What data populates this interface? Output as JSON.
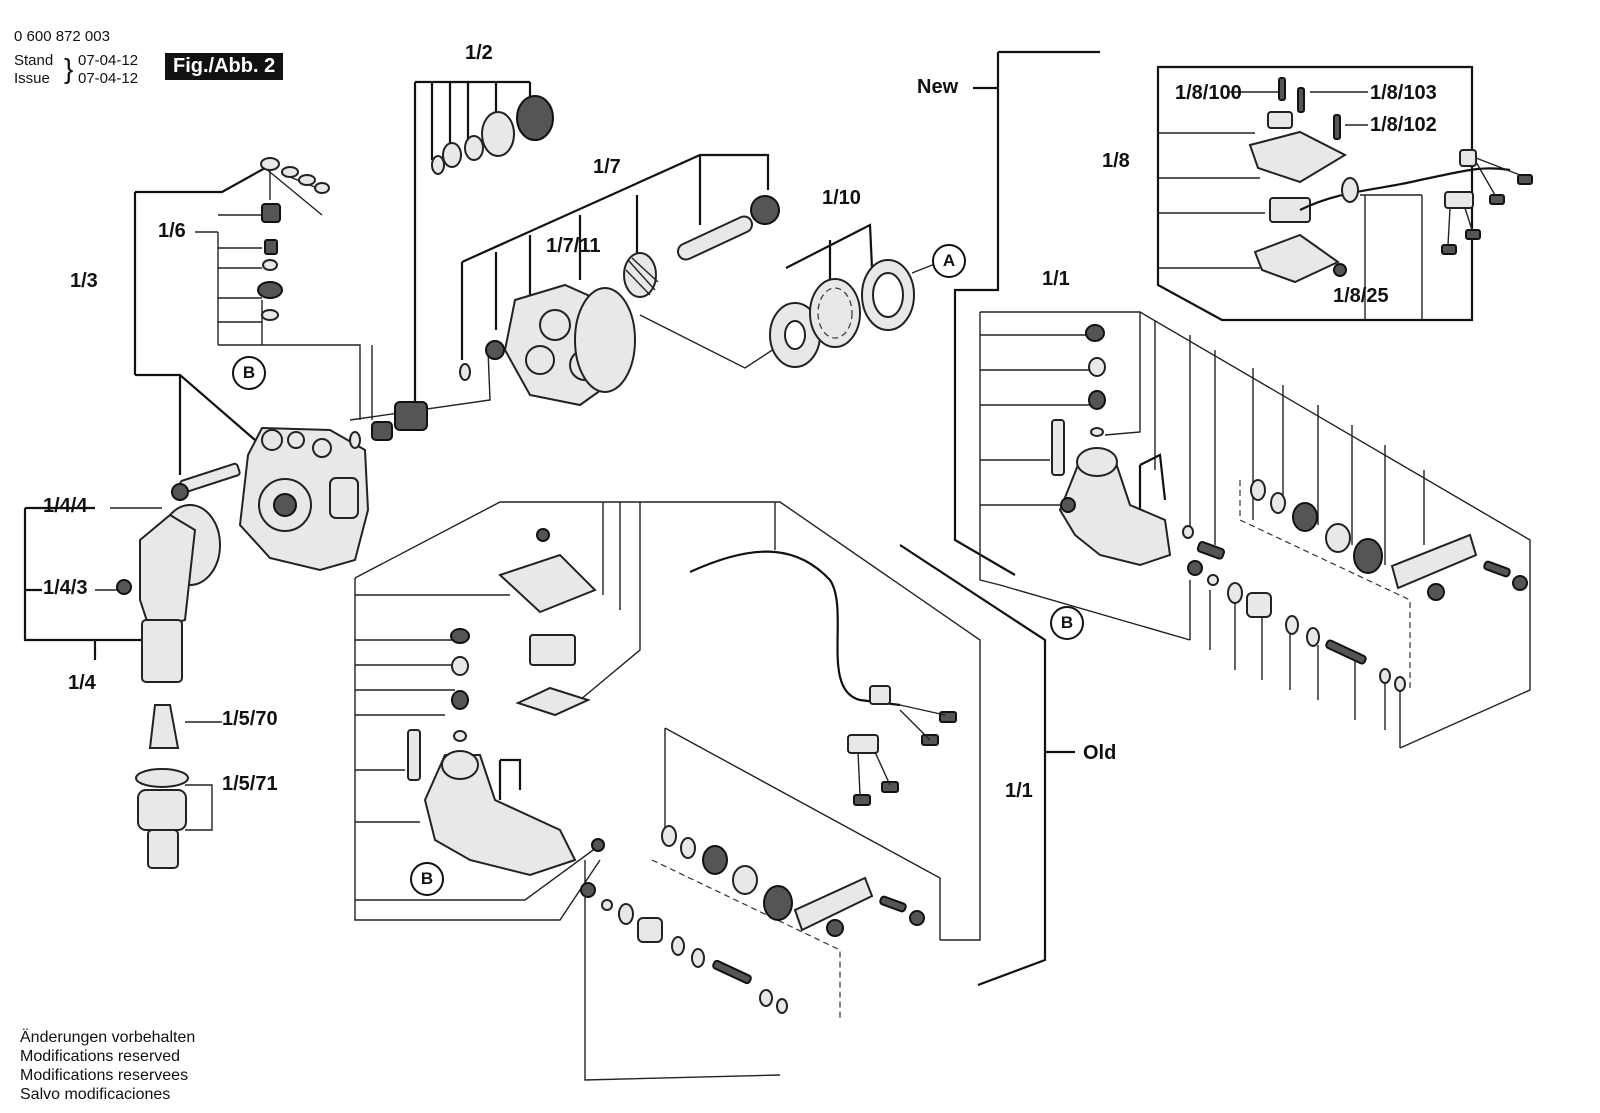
{
  "header": {
    "doc_number": "0 600 872 003",
    "stand_label": "Stand",
    "stand_date": "07-04-12",
    "issue_label": "Issue",
    "issue_date": "07-04-12",
    "figure": "Fig./Abb. 2"
  },
  "labels": {
    "p1_2": "1/2",
    "p1_7": "1/7",
    "p1_7_11": "1/7/11",
    "p1_10": "1/10",
    "p1_6": "1/6",
    "p1_3": "1/3",
    "p1_4_4": "1/4/4",
    "p1_4_3": "1/4/3",
    "p1_4": "1/4",
    "p1_5_70": "1/5/70",
    "p1_5_71": "1/5/71",
    "new": "New",
    "p1_8_100": "1/8/100",
    "p1_8_103": "1/8/103",
    "p1_8_102": "1/8/102",
    "p1_8": "1/8",
    "p1_8_25": "1/8/25",
    "p1_1_new": "1/1",
    "p1_1_old": "1/1",
    "old": "Old"
  },
  "callouts": {
    "a": "A",
    "b_left": "B",
    "b_new": "B",
    "b_old": "B"
  },
  "footer": {
    "line1": "Änderungen vorbehalten",
    "line2": "Modifications reserved",
    "line3": "Modifications reservees",
    "line4": "Salvo modificaciones"
  }
}
